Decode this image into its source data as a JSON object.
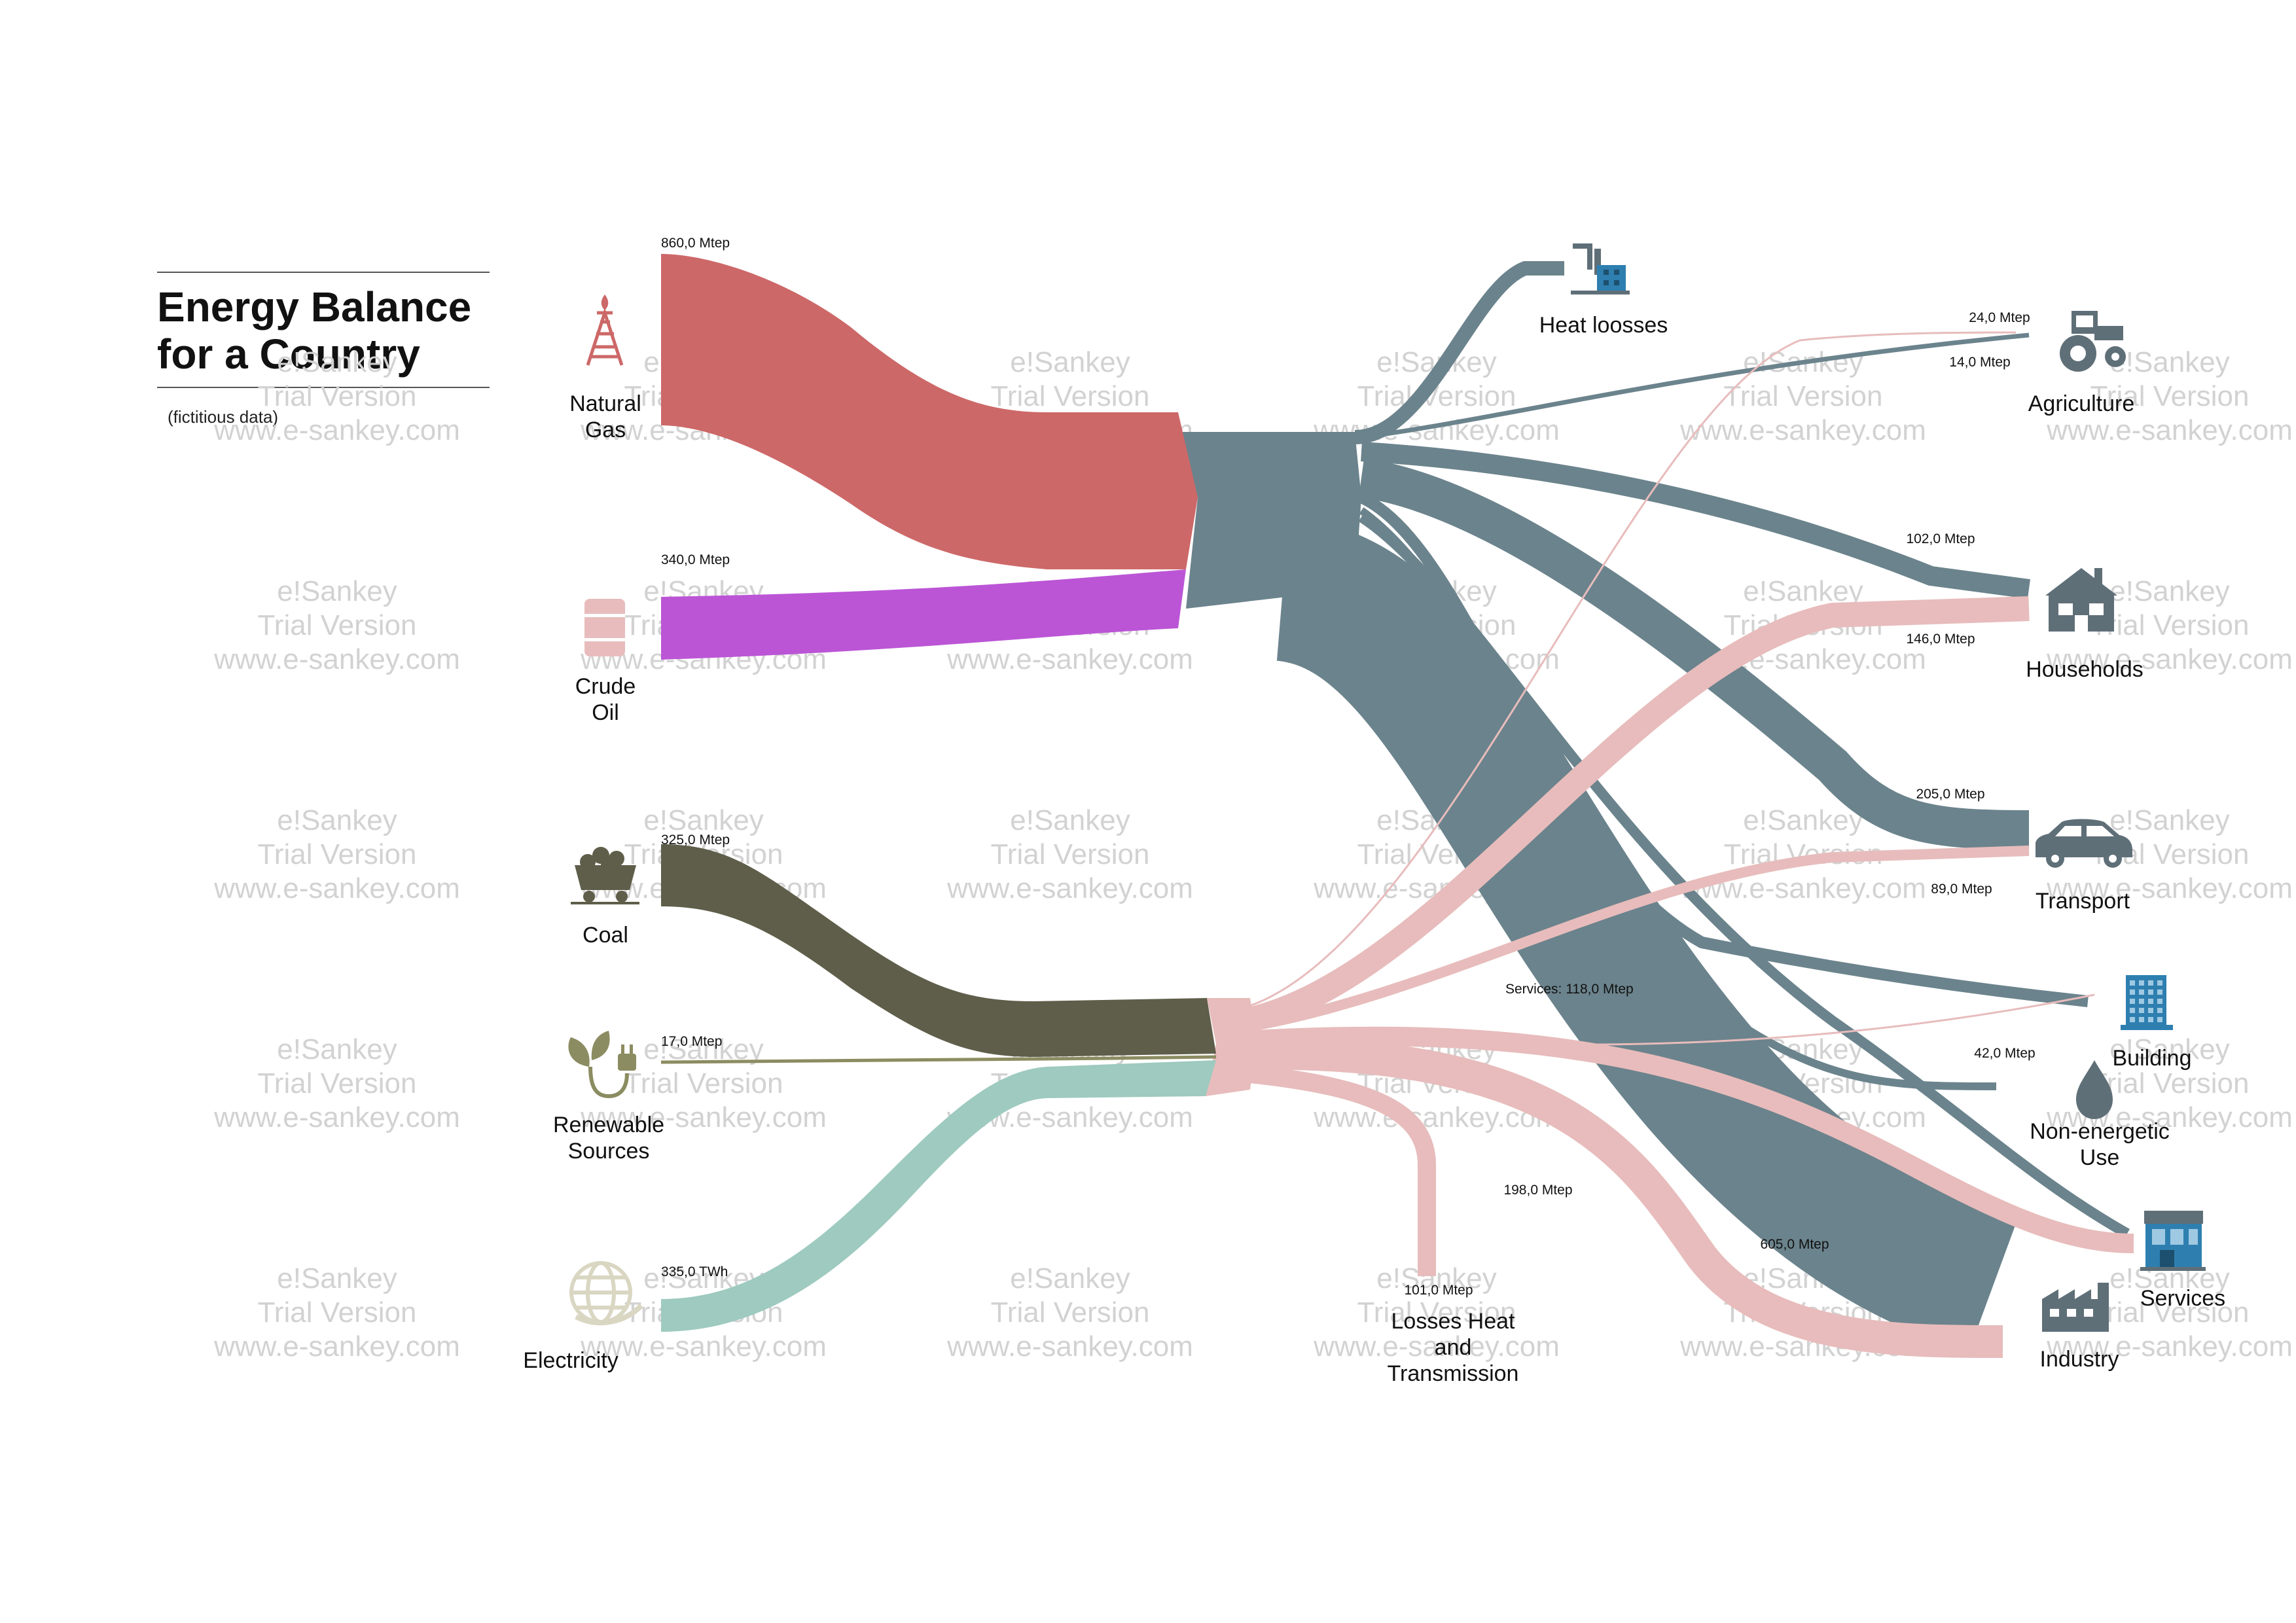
{
  "title": {
    "line1": "Energy Balance",
    "line2": "for a Country",
    "subtitle": "(fictitious data)"
  },
  "watermark": {
    "line1": "e!Sankey",
    "line2": "Trial Version",
    "line3": "www.e-sankey.com"
  },
  "sources": [
    {
      "key": "natural_gas",
      "label_lines": [
        "Natural",
        "Gas"
      ],
      "value_label": "860,0 Mtep",
      "icon": "oil-rig-icon",
      "color": "#cd6868"
    },
    {
      "key": "crude_oil",
      "label_lines": [
        "Crude",
        "Oil"
      ],
      "value_label": "340,0 Mtep",
      "icon": "oil-barrel-icon",
      "color": "#bb55d6"
    },
    {
      "key": "coal",
      "label_lines": [
        "Coal"
      ],
      "value_label": "325,0 Mtep",
      "icon": "coal-cart-icon",
      "color": "#5f5e4a"
    },
    {
      "key": "renewable",
      "label_lines": [
        "Renewable",
        "Sources"
      ],
      "value_label": "17,0 Mtep",
      "icon": "leaf-plug-icon",
      "color": "#8c8c62"
    },
    {
      "key": "electricity",
      "label_lines": [
        "Electricity"
      ],
      "value_label": "335,0 TWh",
      "icon": "globe-icon",
      "color": "#9ecabf"
    }
  ],
  "sinks": [
    {
      "key": "heat_losses",
      "label_lines": [
        "Heat loosses"
      ],
      "icon": "factory-chimney-icon"
    },
    {
      "key": "agriculture",
      "label_lines": [
        "Agriculture"
      ],
      "icon": "tractor-icon",
      "value_labels": [
        "24,0 Mtep",
        "14,0 Mtep"
      ]
    },
    {
      "key": "households",
      "label_lines": [
        "Households"
      ],
      "icon": "house-icon",
      "value_labels": [
        "102,0 Mtep",
        "146,0 Mtep"
      ]
    },
    {
      "key": "transport",
      "label_lines": [
        "Transport"
      ],
      "icon": "car-icon",
      "value_labels": [
        "205,0 Mtep",
        "89,0 Mtep"
      ]
    },
    {
      "key": "building",
      "label_lines": [
        "Building"
      ],
      "icon": "office-building-icon"
    },
    {
      "key": "non_energetic",
      "label_lines": [
        "Non-energetic",
        "Use"
      ],
      "icon": "droplet-icon",
      "value_labels": [
        "42,0 Mtep"
      ]
    },
    {
      "key": "services",
      "label_lines": [
        "Services"
      ],
      "icon": "shop-icon"
    },
    {
      "key": "industry",
      "label_lines": [
        "Industry"
      ],
      "icon": "industry-icon",
      "value_labels": [
        "605,0 Mtep"
      ]
    },
    {
      "key": "losses",
      "label_lines": [
        "Losses Heat",
        "and",
        "Transmission"
      ],
      "value_labels": [
        "101,0 Mtep",
        "198,0 Mtep"
      ]
    }
  ],
  "inline_labels": {
    "services_label": "Services: 118,0 Mtep"
  },
  "colors": {
    "fuel_flow": "#6b838c",
    "electric_flow": "#e8bcbc",
    "natural_gas": "#cd6868",
    "crude_oil": "#bb55d6",
    "coal": "#5f5e4a",
    "renewable": "#8c8c62",
    "electricity": "#9ecabf",
    "icon_steel": "#5f6f78",
    "icon_blue": "#2e7fb0"
  }
}
